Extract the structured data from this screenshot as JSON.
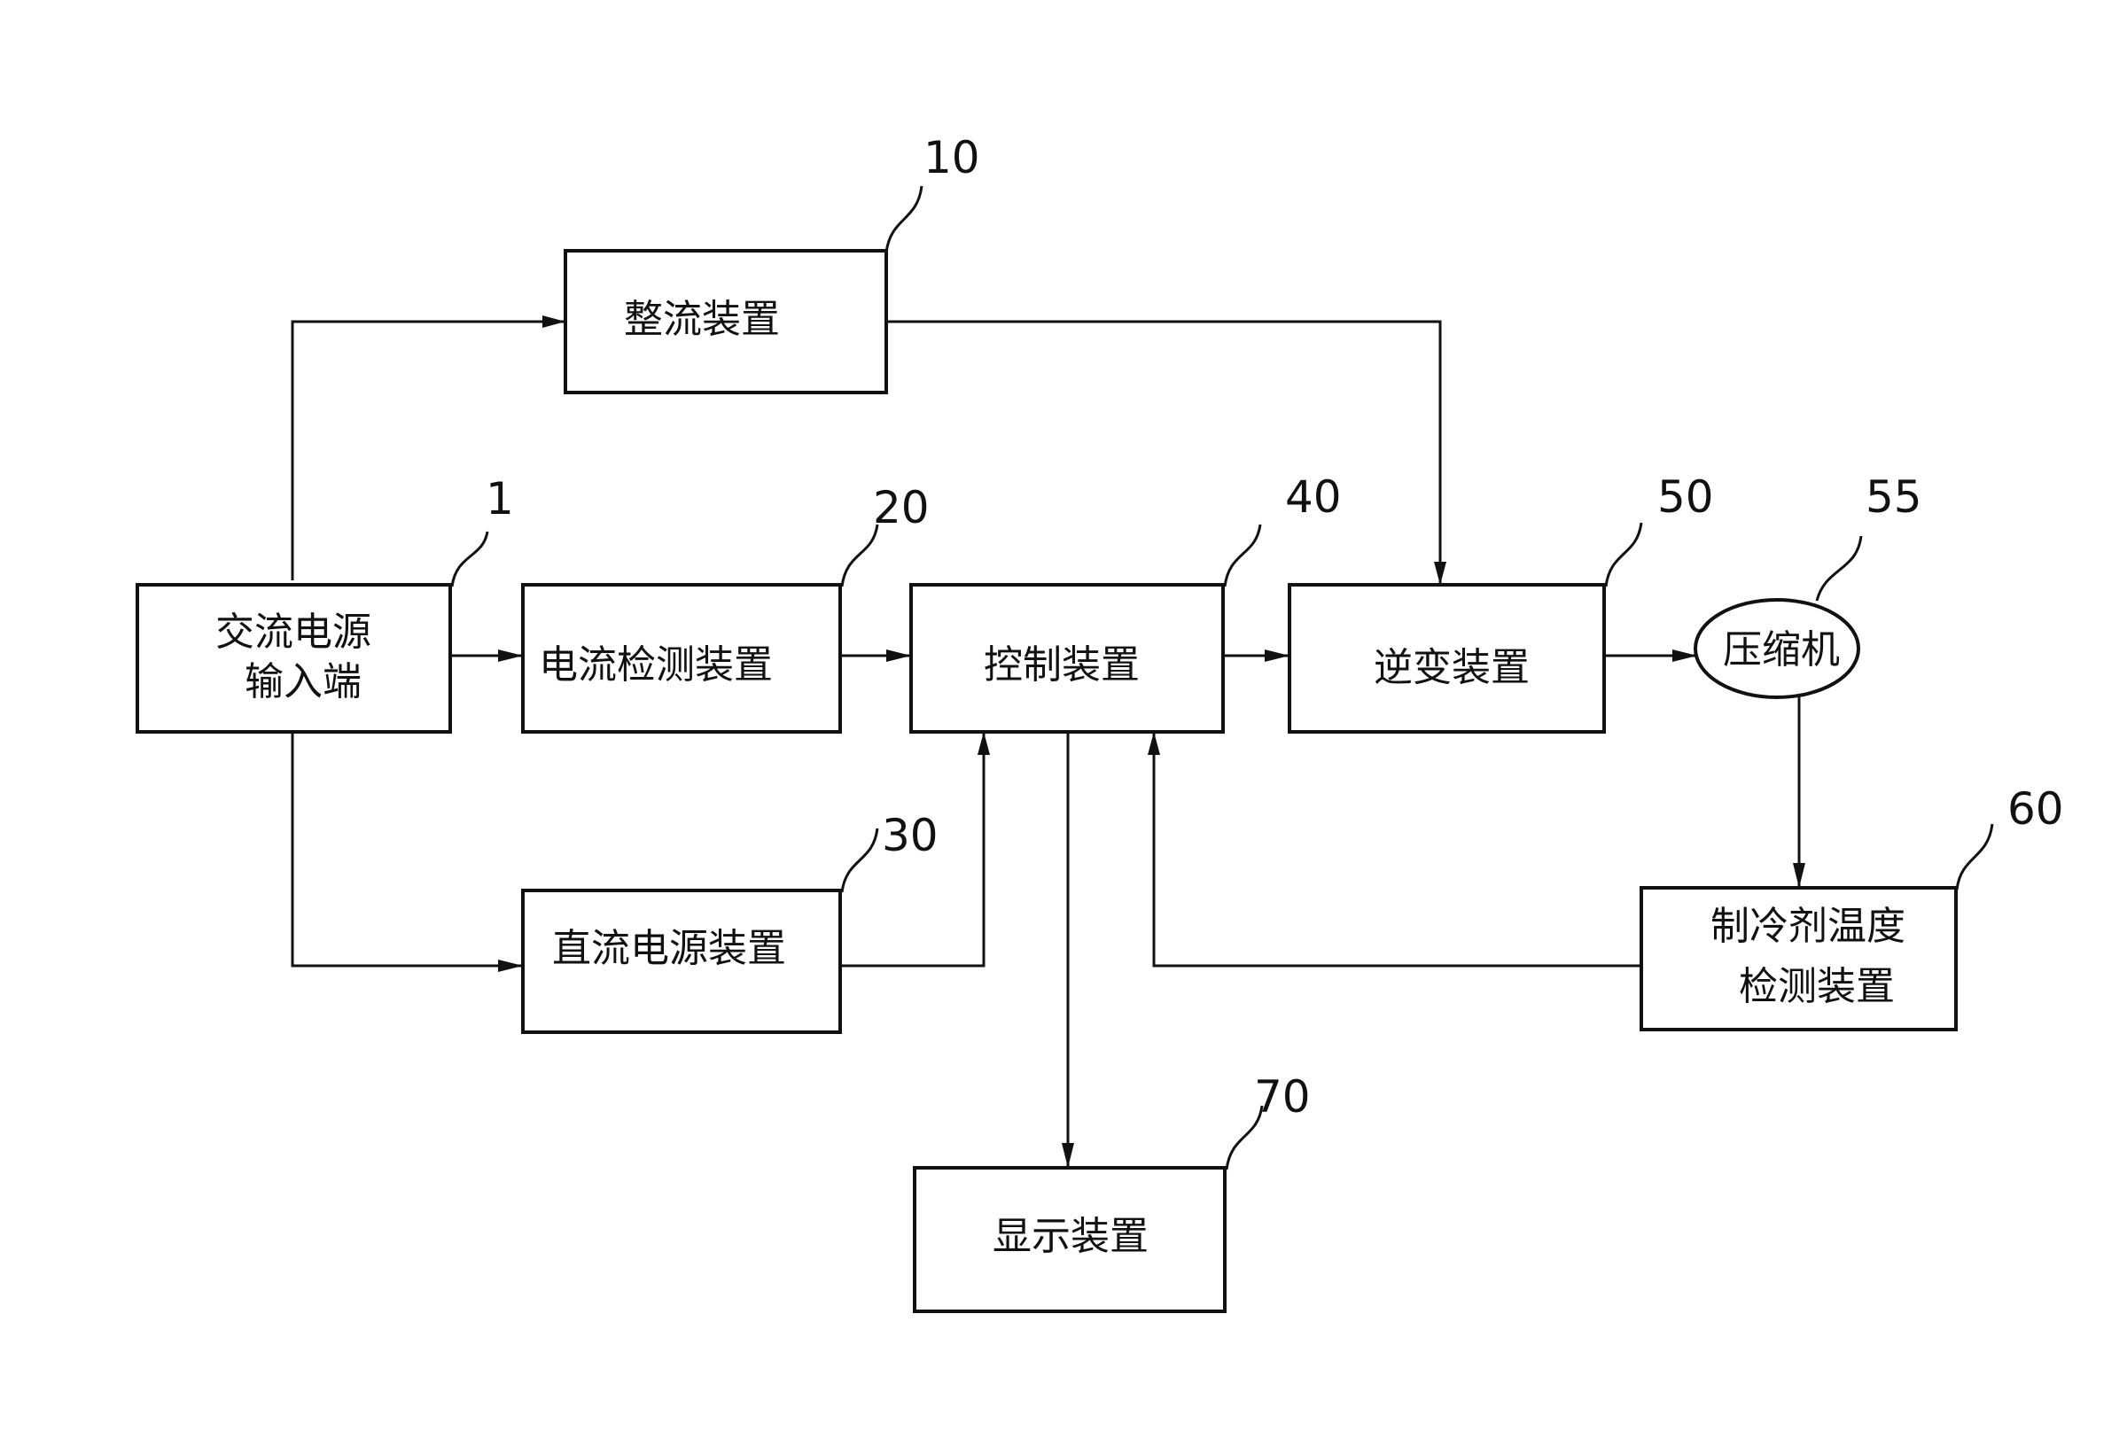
{
  "diagram": {
    "blocks": {
      "ac_input": {
        "lines": [
          "交流电源",
          "输入端"
        ],
        "ref": "1"
      },
      "rectifier": {
        "lines": [
          "整流装置"
        ],
        "ref": "10"
      },
      "current_detect": {
        "lines": [
          "电流检测装置"
        ],
        "ref": "20"
      },
      "dc_power": {
        "lines": [
          "直流电源装置"
        ],
        "ref": "30"
      },
      "controller": {
        "lines": [
          "控制装置"
        ],
        "ref": "40"
      },
      "inverter": {
        "lines": [
          "逆变装置"
        ],
        "ref": "50"
      },
      "compressor": {
        "lines": [
          "压缩机"
        ],
        "ref": "55"
      },
      "refrigerant_temp": {
        "lines": [
          "制冷剂温度",
          "检测装置"
        ],
        "ref": "60"
      },
      "display": {
        "lines": [
          "显示装置"
        ],
        "ref": "70"
      }
    }
  }
}
